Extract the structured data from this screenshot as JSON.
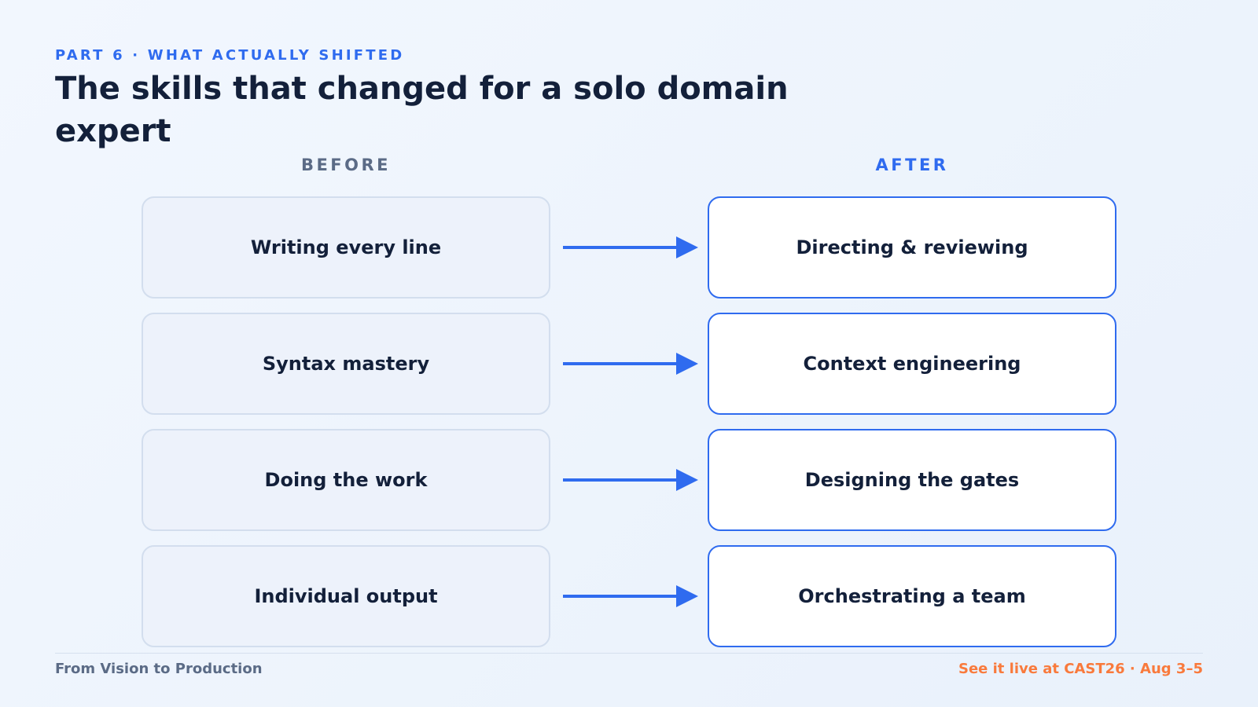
{
  "header": {
    "eyebrow": "PART 6 · WHAT ACTUALLY SHIFTED",
    "title": "The skills that changed for a solo domain expert"
  },
  "columns": {
    "before_label": "BEFORE",
    "after_label": "AFTER"
  },
  "rows": [
    {
      "before": "Writing every line",
      "after": "Directing & reviewing"
    },
    {
      "before": "Syntax mastery",
      "after": "Context engineering"
    },
    {
      "before": "Doing the work",
      "after": "Designing the gates"
    },
    {
      "before": "Individual output",
      "after": "Orchestrating a team"
    }
  ],
  "footer": {
    "left": "From Vision to Production",
    "right": "See it live at CAST26 · Aug 3–5"
  },
  "colors": {
    "accent": "#2f6bef",
    "text": "#13203a",
    "muted": "#5b6b86",
    "highlight": "#f97a3c"
  },
  "icons": {
    "transition": "arrow-right-icon"
  }
}
